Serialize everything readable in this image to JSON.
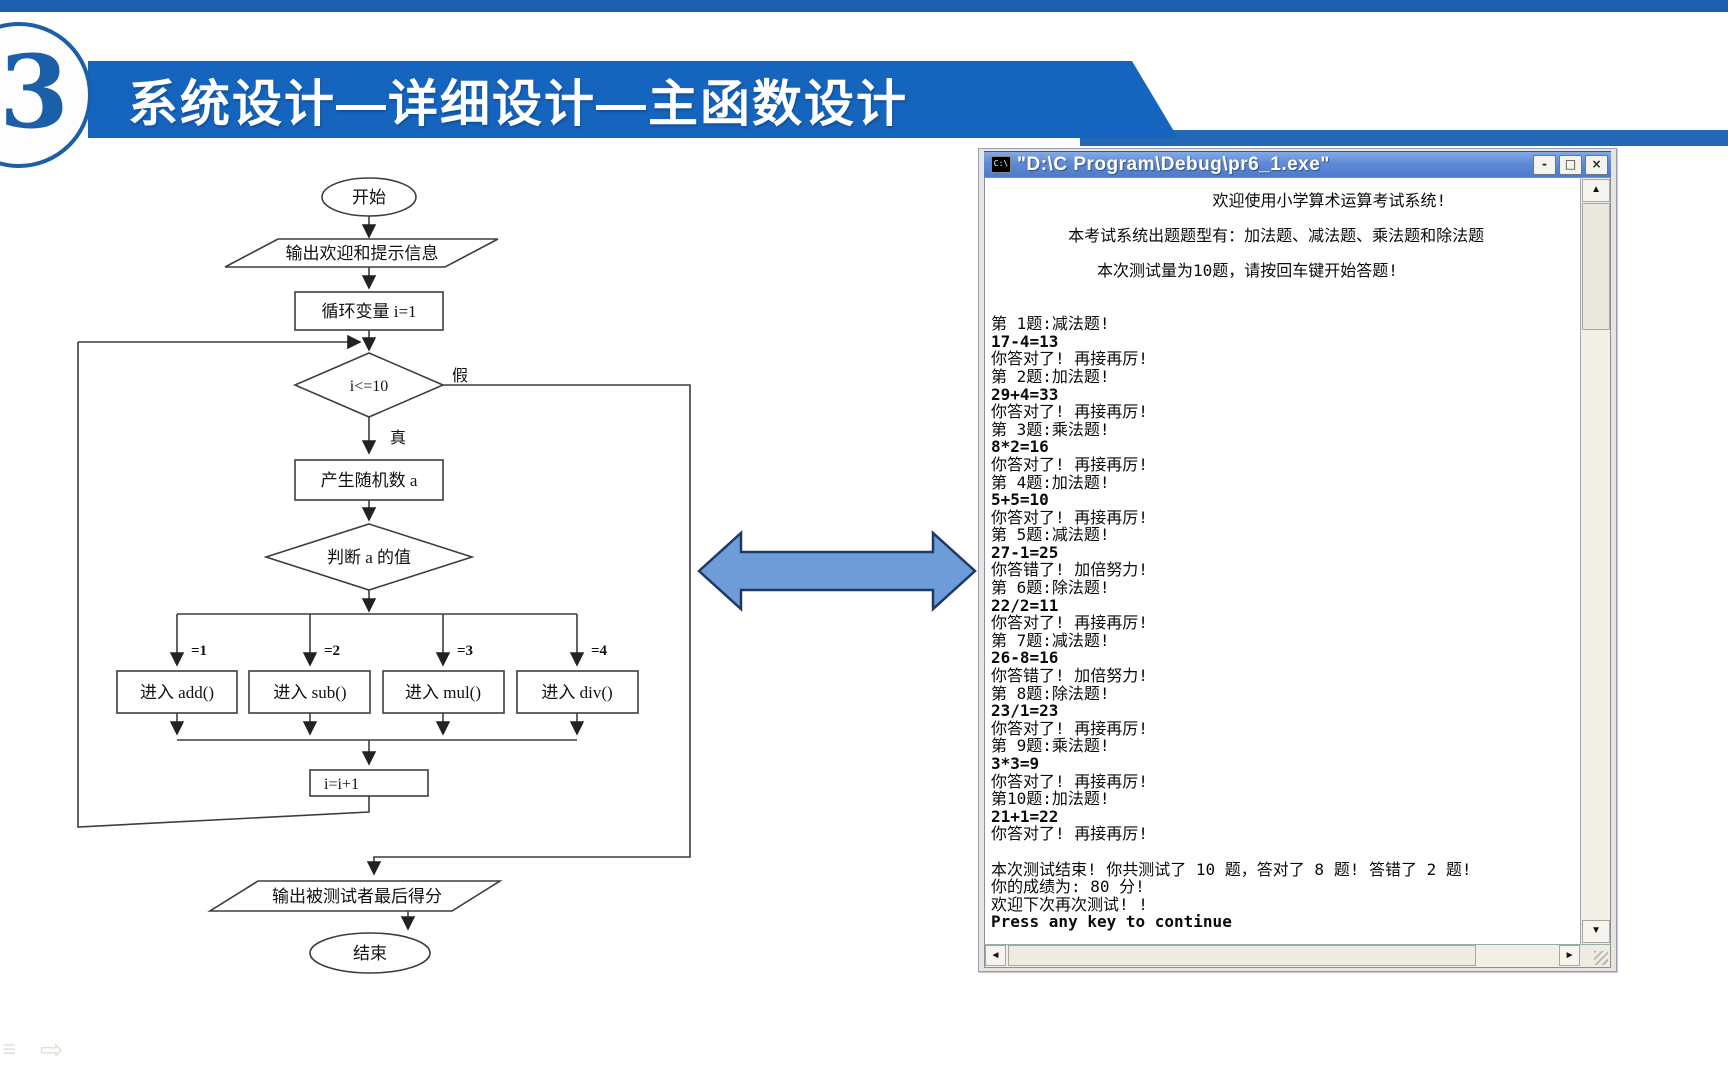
{
  "slide": {
    "badge_number": "3",
    "title": "系统设计—详细设计—主函数设计",
    "accent_blue": "#1565BE"
  },
  "flowchart": {
    "start": "开始",
    "io_welcome": "输出欢迎和提示信息",
    "init": "循环变量 i=1",
    "cond_loop": "i<=10",
    "label_false": "假",
    "label_true": "真",
    "gen_random": "产生随机数 a",
    "cond_switch": "判断 a 的值",
    "branch_labels": [
      "=1",
      "=2",
      "=3",
      "=4"
    ],
    "branches": [
      "进入 add()",
      "进入 sub()",
      "进入 mul()",
      "进入 div()"
    ],
    "increment": "i=i+1",
    "io_score": "输出被测试者最后得分",
    "end": "结束"
  },
  "console": {
    "title": "\"D:\\C Program\\Debug\\pr6_1.exe\"",
    "controls": {
      "minimize": "-",
      "maximize": "□",
      "close": "×"
    },
    "scroll_icons": {
      "up": "▲",
      "down": "▼",
      "left": "◄",
      "right": "►"
    },
    "bold_lines": [
      8,
      11,
      14,
      17,
      20,
      23,
      26,
      29,
      32,
      35,
      41
    ],
    "lines": [
      "                       欢迎使用小学算术运算考试系统!",
      "",
      "        本考试系统出题题型有：加法题、减法题、乘法题和除法题",
      "",
      "           本次测试量为10题，请按回车键开始答题!",
      "",
      "",
      "第 1题:减法题!",
      "17-4=13",
      "你答对了! 再接再厉!",
      "第 2题:加法题!",
      "29+4=33",
      "你答对了! 再接再厉!",
      "第 3题:乘法题!",
      "8*2=16",
      "你答对了! 再接再厉!",
      "第 4题:加法题!",
      "5+5=10",
      "你答对了! 再接再厉!",
      "第 5题:减法题!",
      "27-1=25",
      "你答错了! 加倍努力!",
      "第 6题:除法题!",
      "22/2=11",
      "你答对了! 再接再厉!",
      "第 7题:减法题!",
      "26-8=16",
      "你答错了! 加倍努力!",
      "第 8题:除法题!",
      "23/1=23",
      "你答对了! 再接再厉!",
      "第 9题:乘法题!",
      "3*3=9",
      "你答对了! 再接再厉!",
      "第10题:加法题!",
      "21+1=22",
      "你答对了! 再接再厉!",
      "",
      "本次测试结束! 你共测试了 10 题，答对了 8 题! 答错了 2 题!",
      "你的成绩为: 80 分!",
      "欢迎下次再次测试! !",
      "Press any key to continue"
    ]
  }
}
